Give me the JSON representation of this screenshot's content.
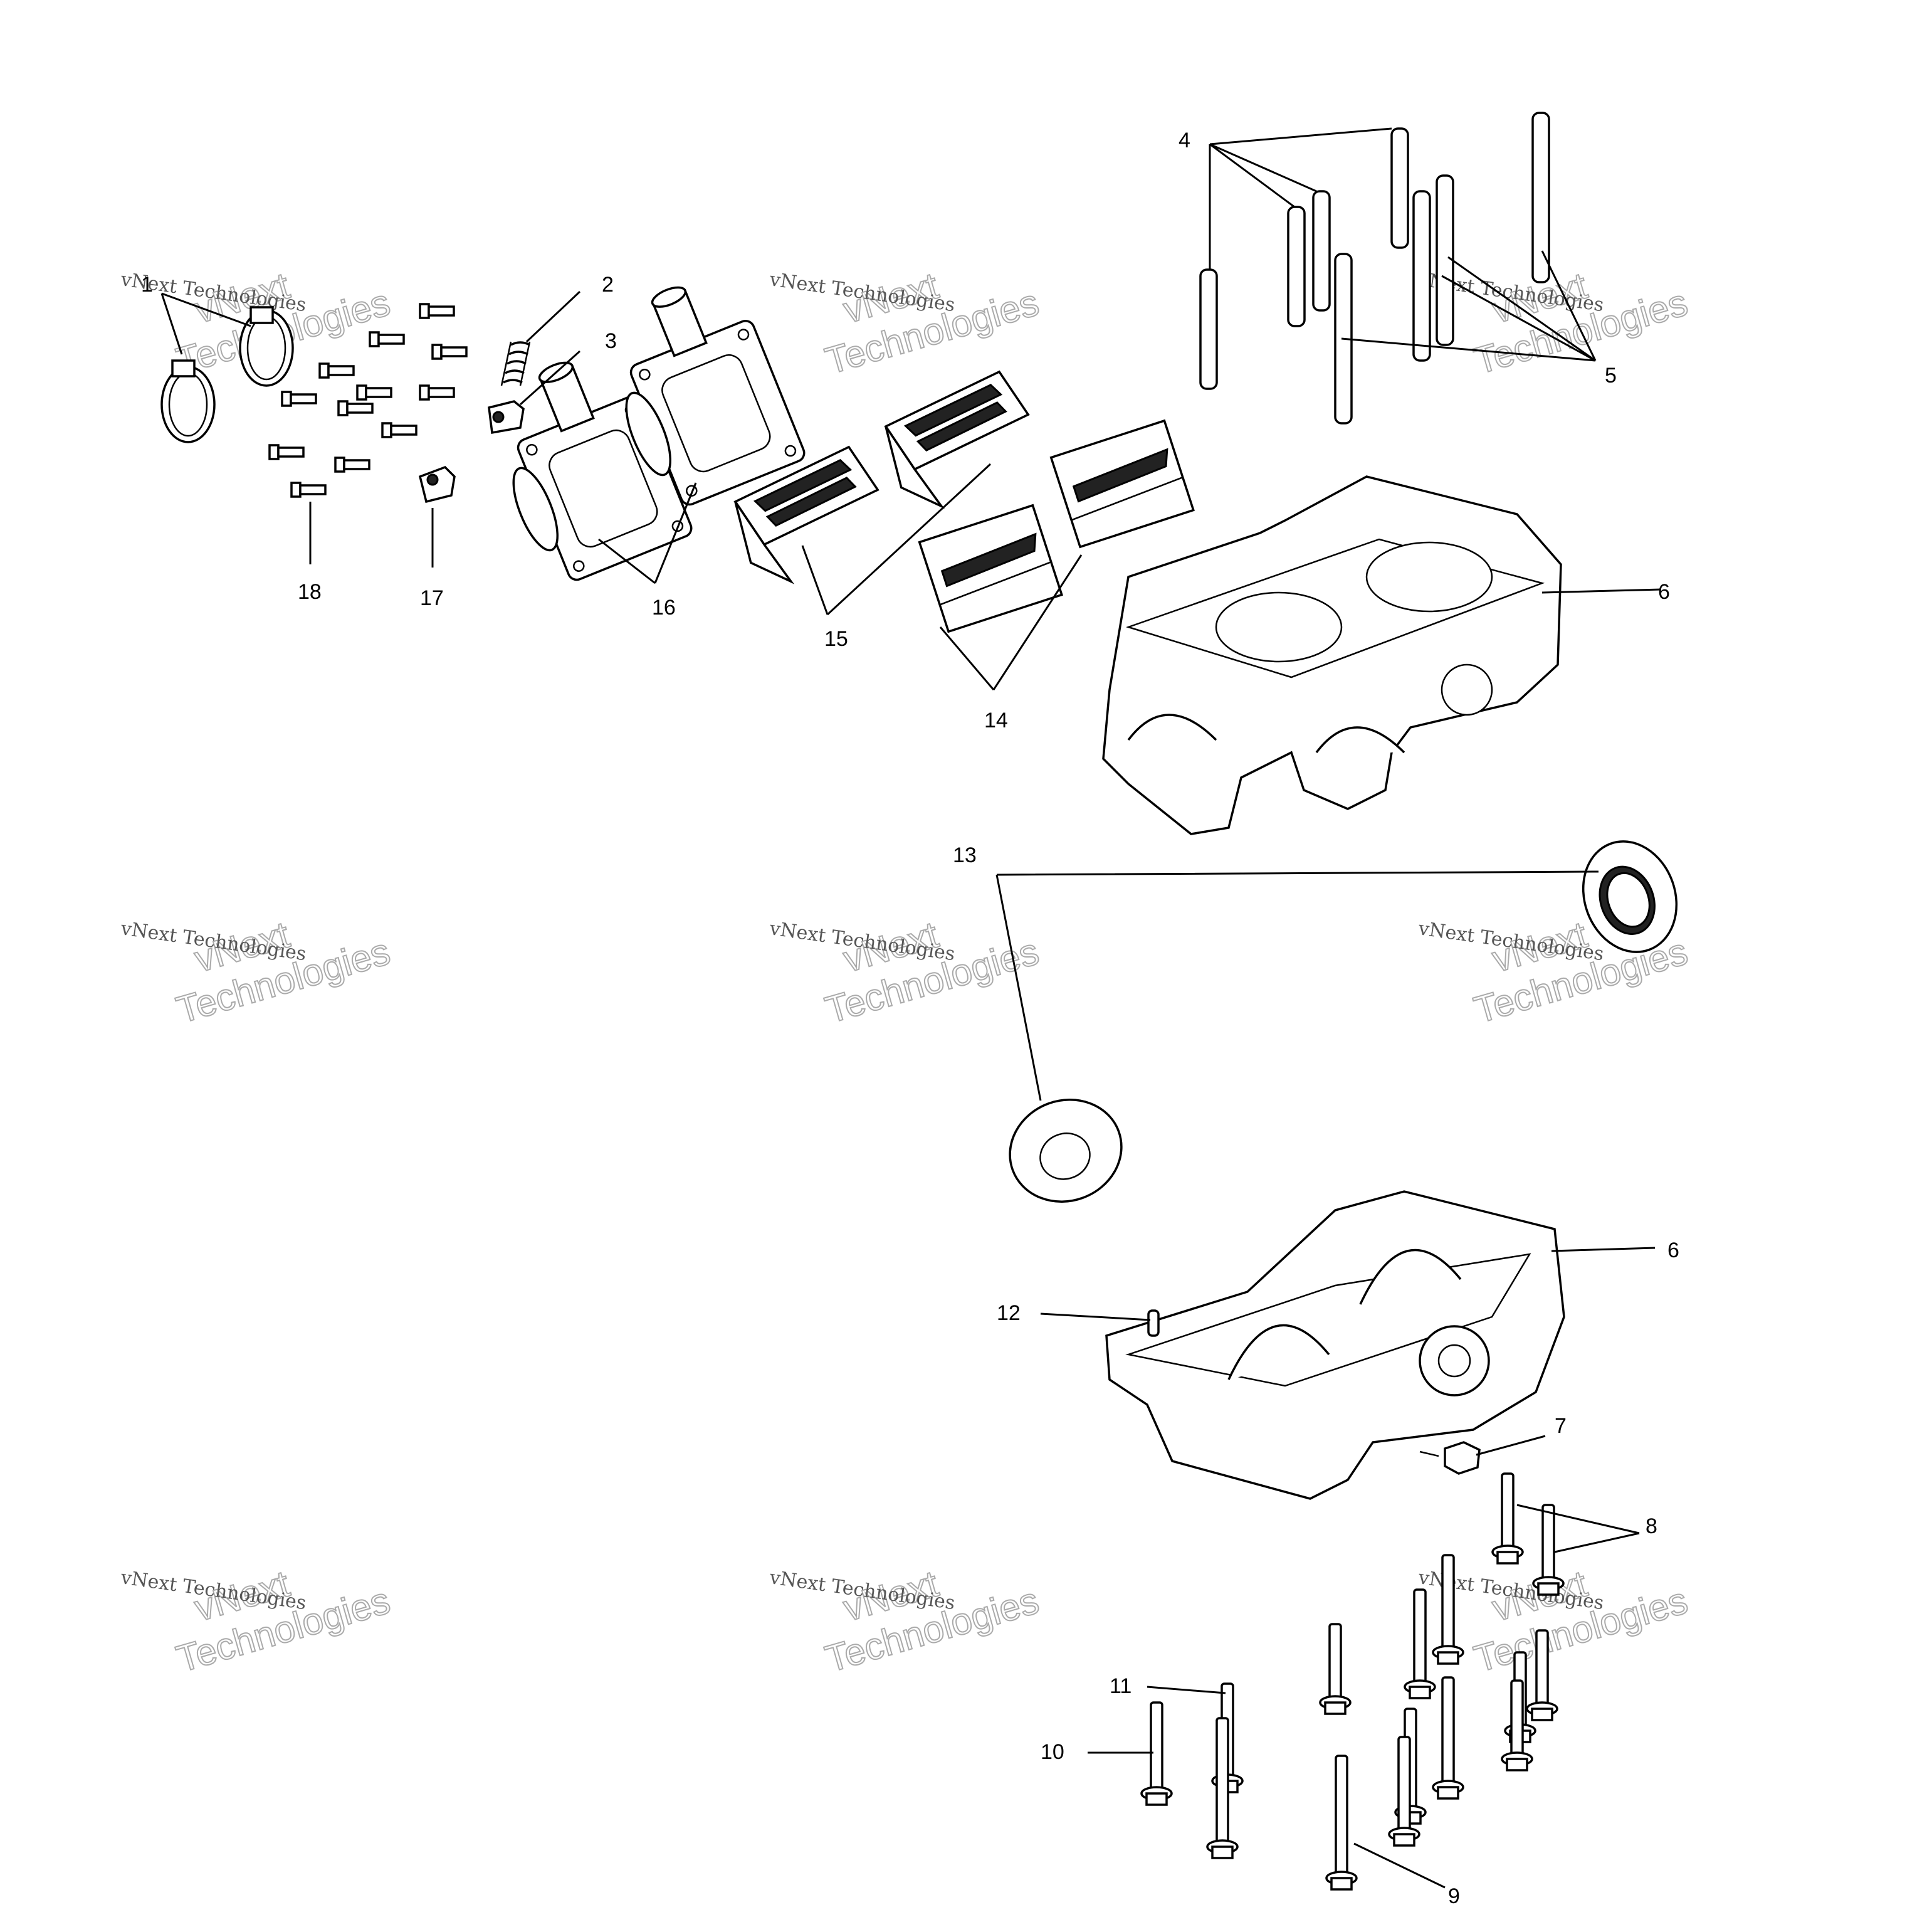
{
  "watermark": {
    "line1": "vNext Technologies",
    "line2": "vNext",
    "line3": "Technologies"
  },
  "callouts": [
    {
      "id": "1",
      "label": "1"
    },
    {
      "id": "2",
      "label": "2"
    },
    {
      "id": "3",
      "label": "3"
    },
    {
      "id": "4",
      "label": "4"
    },
    {
      "id": "5",
      "label": "5"
    },
    {
      "id": "6a",
      "label": "6"
    },
    {
      "id": "6b",
      "label": "6"
    },
    {
      "id": "7",
      "label": "7"
    },
    {
      "id": "8",
      "label": "8"
    },
    {
      "id": "9",
      "label": "9"
    },
    {
      "id": "10",
      "label": "10"
    },
    {
      "id": "11",
      "label": "11"
    },
    {
      "id": "12",
      "label": "12"
    },
    {
      "id": "13",
      "label": "13"
    },
    {
      "id": "14",
      "label": "14"
    },
    {
      "id": "15",
      "label": "15"
    },
    {
      "id": "16",
      "label": "16"
    },
    {
      "id": "17",
      "label": "17"
    },
    {
      "id": "18",
      "label": "18"
    }
  ]
}
